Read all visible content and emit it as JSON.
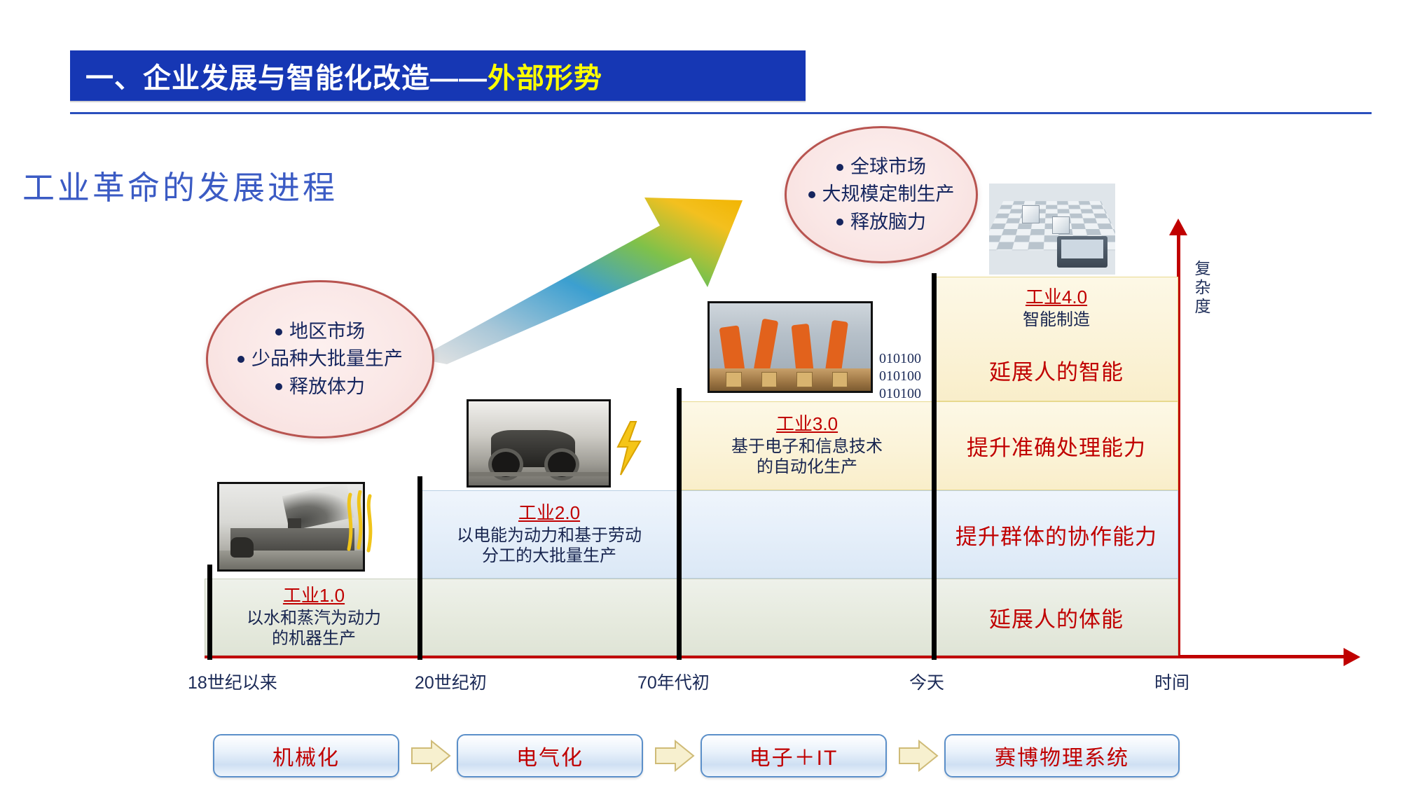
{
  "header": {
    "title_main": "一、企业发展与智能化改造——",
    "title_accent": "外部形势"
  },
  "subtitle": "工业革命的发展进程",
  "axes": {
    "y_label": "复杂度",
    "x_end_label": "时间",
    "x_ticks": [
      "18世纪以来",
      "20世纪初",
      "70年代初",
      "今天"
    ]
  },
  "ellipses": {
    "left": {
      "lines": [
        "地区市场",
        "少品种大批量生产",
        "释放体力"
      ]
    },
    "top": {
      "lines": [
        "全球市场",
        "大规模定制生产",
        "释放脑力"
      ]
    }
  },
  "stages": [
    {
      "level": "工业1.0",
      "desc_line1": "以水和蒸汽为动力",
      "desc_line2": "的机器生产",
      "capability": "延展人的体能",
      "band_color": "#e6eade"
    },
    {
      "level": "工业2.0",
      "desc_line1": "以电能为动力和基于劳动",
      "desc_line2": "分工的大批量生产",
      "capability": "提升群体的协作能力",
      "band_color": "#e4eef9"
    },
    {
      "level": "工业3.0",
      "desc_line1": "基于电子和信息技术",
      "desc_line2": "的自动化生产",
      "capability": "提升准确处理能力",
      "band_color": "#fbf3d8"
    },
    {
      "level": "工业4.0",
      "desc_line1": "智能制造",
      "desc_line2": "",
      "capability": "延展人的智能",
      "band_color": "#fbf3d8"
    }
  ],
  "binary_text": [
    "010100",
    "010100",
    "010100"
  ],
  "process": {
    "boxes": [
      "机械化",
      "电气化",
      "电子＋IT",
      "赛博物理系统"
    ]
  },
  "photos": {
    "steam_train": "steam-train-photo",
    "assembly_line": "assembly-line-car-photo",
    "robot_factory": "robot-factory-photo",
    "cyber_physical": "cyber-physical-chessboard-photo"
  },
  "colors": {
    "title_bg": "#1637b4",
    "title_accent": "#ffff00",
    "subtitle": "#3b5bc4",
    "axis": "#c00000",
    "stage_label": "#c00000",
    "capability": "#c00000",
    "body_text": "#18254f",
    "ellipse_fill": "#fae7e6",
    "ellipse_border": "#b85450"
  }
}
